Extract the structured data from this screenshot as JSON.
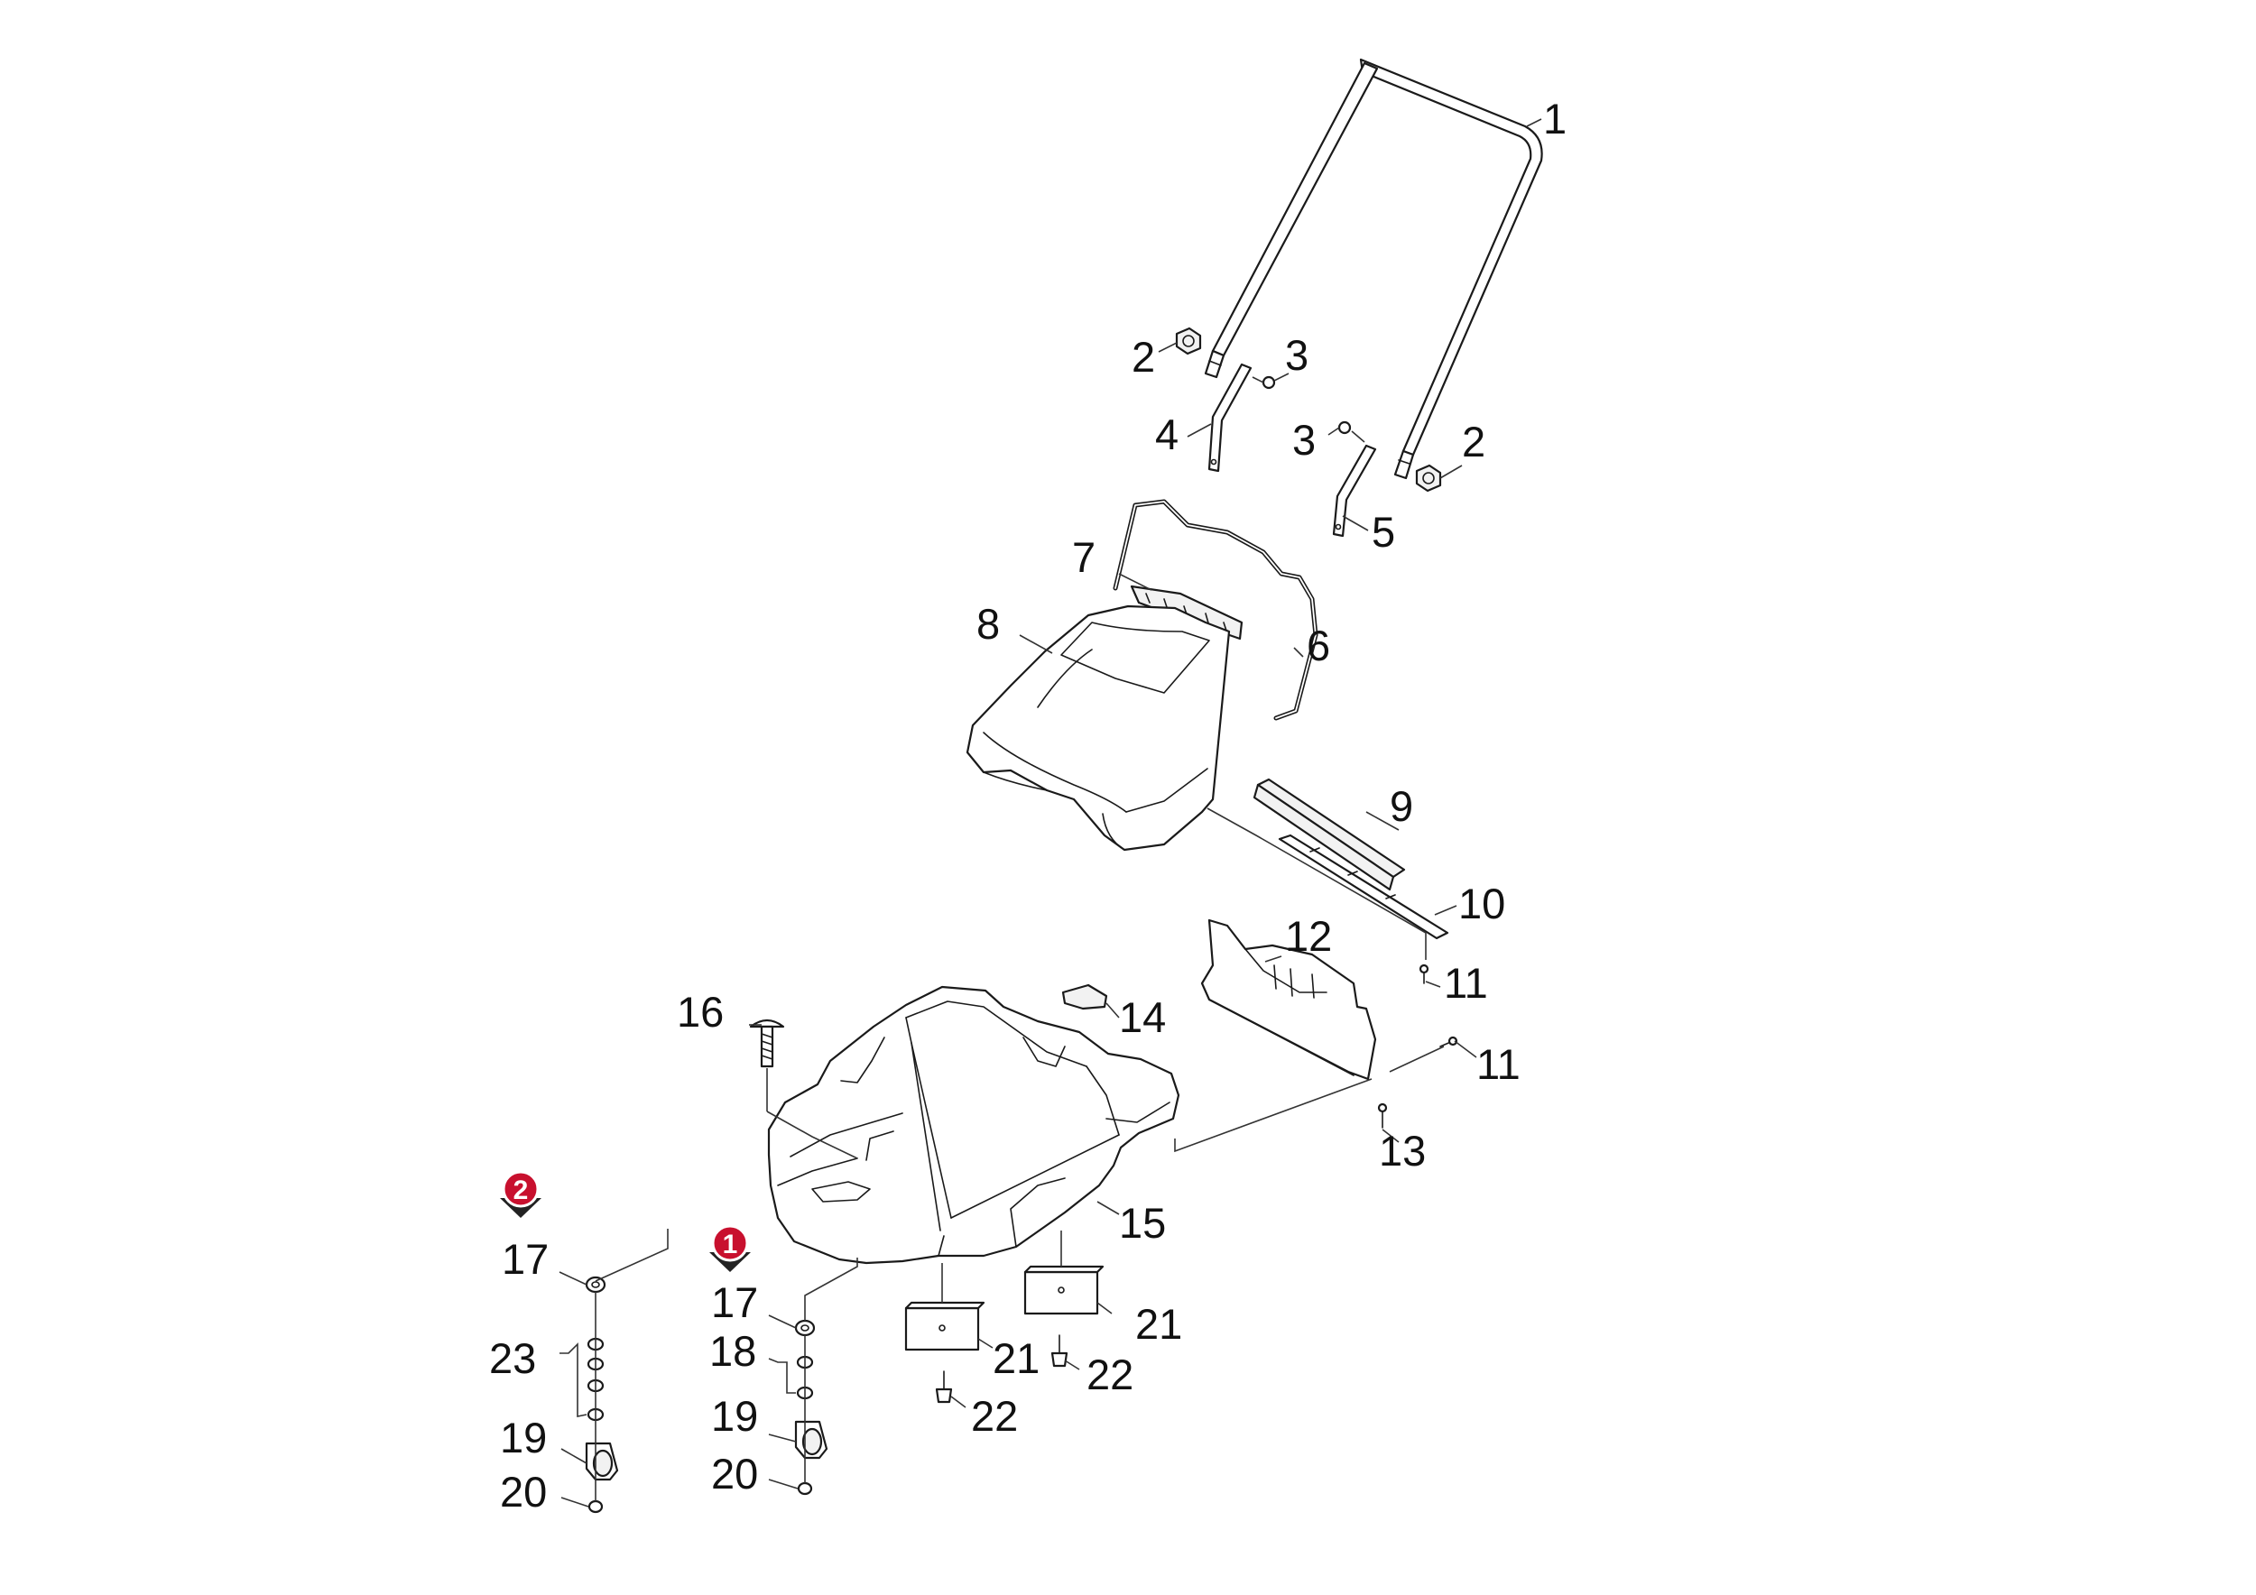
{
  "colors": {
    "badge": "#c8102e",
    "line": "#1a1a1a",
    "background": "#ffffff"
  },
  "badges": [
    {
      "id": "variant-2",
      "text": "2"
    },
    {
      "id": "variant-1",
      "text": "1"
    }
  ],
  "callouts": [
    {
      "id": "c1",
      "text": "1"
    },
    {
      "id": "c2a",
      "text": "2"
    },
    {
      "id": "c3a",
      "text": "3"
    },
    {
      "id": "c4",
      "text": "4"
    },
    {
      "id": "c3b",
      "text": "3"
    },
    {
      "id": "c2b",
      "text": "2"
    },
    {
      "id": "c5",
      "text": "5"
    },
    {
      "id": "c7",
      "text": "7"
    },
    {
      "id": "c8",
      "text": "8"
    },
    {
      "id": "c6",
      "text": "6"
    },
    {
      "id": "c9",
      "text": "9"
    },
    {
      "id": "c10",
      "text": "10"
    },
    {
      "id": "c12",
      "text": "12"
    },
    {
      "id": "c11a",
      "text": "11"
    },
    {
      "id": "c16",
      "text": "16"
    },
    {
      "id": "c14",
      "text": "14"
    },
    {
      "id": "c11b",
      "text": "11"
    },
    {
      "id": "c13",
      "text": "13"
    },
    {
      "id": "c15",
      "text": "15"
    },
    {
      "id": "c17a",
      "text": "17"
    },
    {
      "id": "c23",
      "text": "23"
    },
    {
      "id": "c19a",
      "text": "19"
    },
    {
      "id": "c20a",
      "text": "20"
    },
    {
      "id": "c17b",
      "text": "17"
    },
    {
      "id": "c18",
      "text": "18"
    },
    {
      "id": "c19b",
      "text": "19"
    },
    {
      "id": "c20b",
      "text": "20"
    },
    {
      "id": "c21a",
      "text": "21"
    },
    {
      "id": "c22a",
      "text": "22"
    },
    {
      "id": "c21b",
      "text": "21"
    },
    {
      "id": "c22b",
      "text": "22"
    }
  ]
}
